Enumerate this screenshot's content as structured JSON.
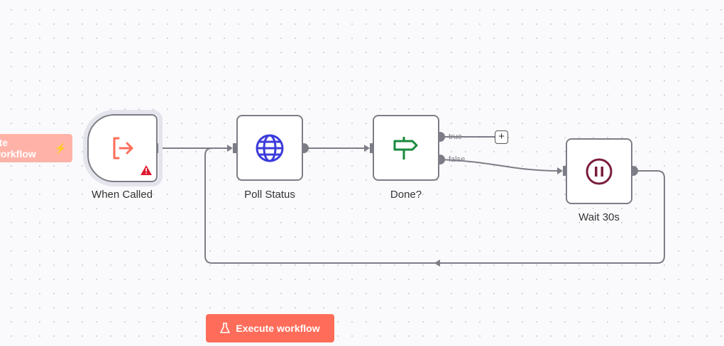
{
  "nodes": [
    {
      "name": "When Called",
      "icon": "sign-in-icon",
      "warning": true
    },
    {
      "name": "Poll Status",
      "icon": "globe-icon"
    },
    {
      "name": "Done?",
      "icon": "signpost-icon"
    },
    {
      "name": "Wait 30s",
      "icon": "pause-icon"
    }
  ],
  "handles": {
    "true": "true",
    "false": "false"
  },
  "add_button": "+",
  "ghost_button": "ute workflow",
  "execute_button": "Execute workflow",
  "colors": {
    "accent": "#ff6d5a",
    "edge": "#7d7d87"
  }
}
